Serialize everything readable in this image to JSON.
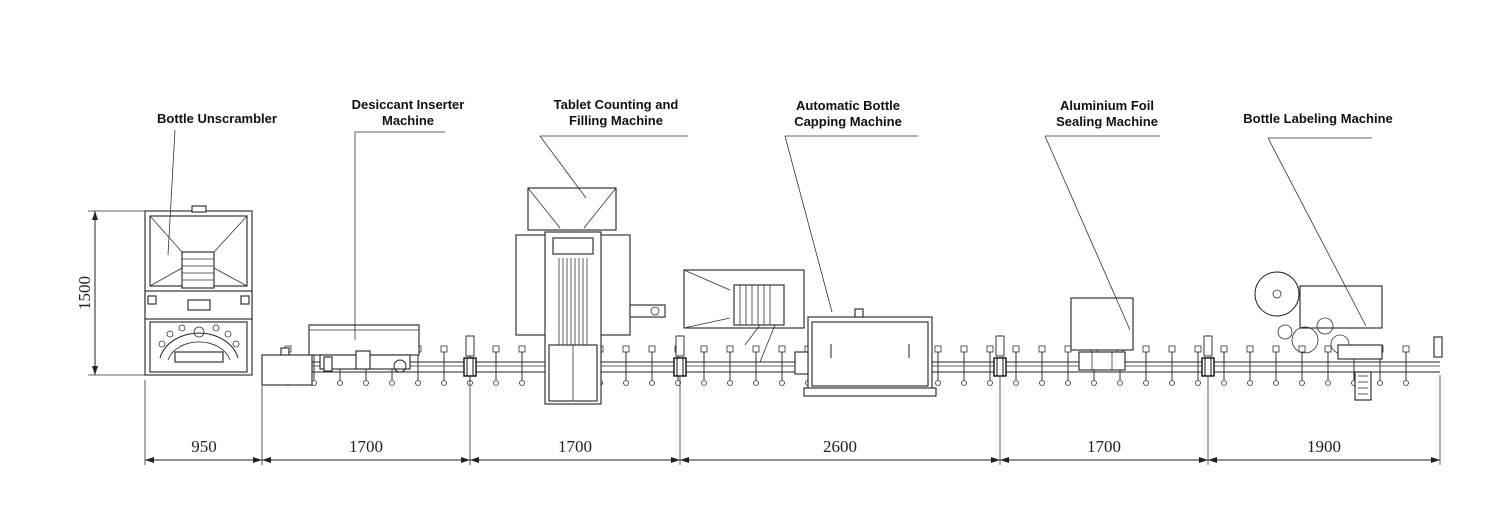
{
  "labels": {
    "unscrambler": "Bottle Unscrambler",
    "desiccant_line1": "Desiccant Inserter",
    "desiccant_line2": "Machine",
    "counting_line1": "Tablet Counting and",
    "counting_line2": "Filling Machine",
    "capping_line1": "Automatic Bottle",
    "capping_line2": "Capping Machine",
    "sealing_line1": "Aluminium Foil",
    "sealing_line2": "Sealing Machine",
    "labeling": "Bottle Labeling Machine"
  },
  "dimensions": {
    "height": "1500",
    "widths": [
      "950",
      "1700",
      "1700",
      "2600",
      "1700",
      "1900"
    ]
  }
}
